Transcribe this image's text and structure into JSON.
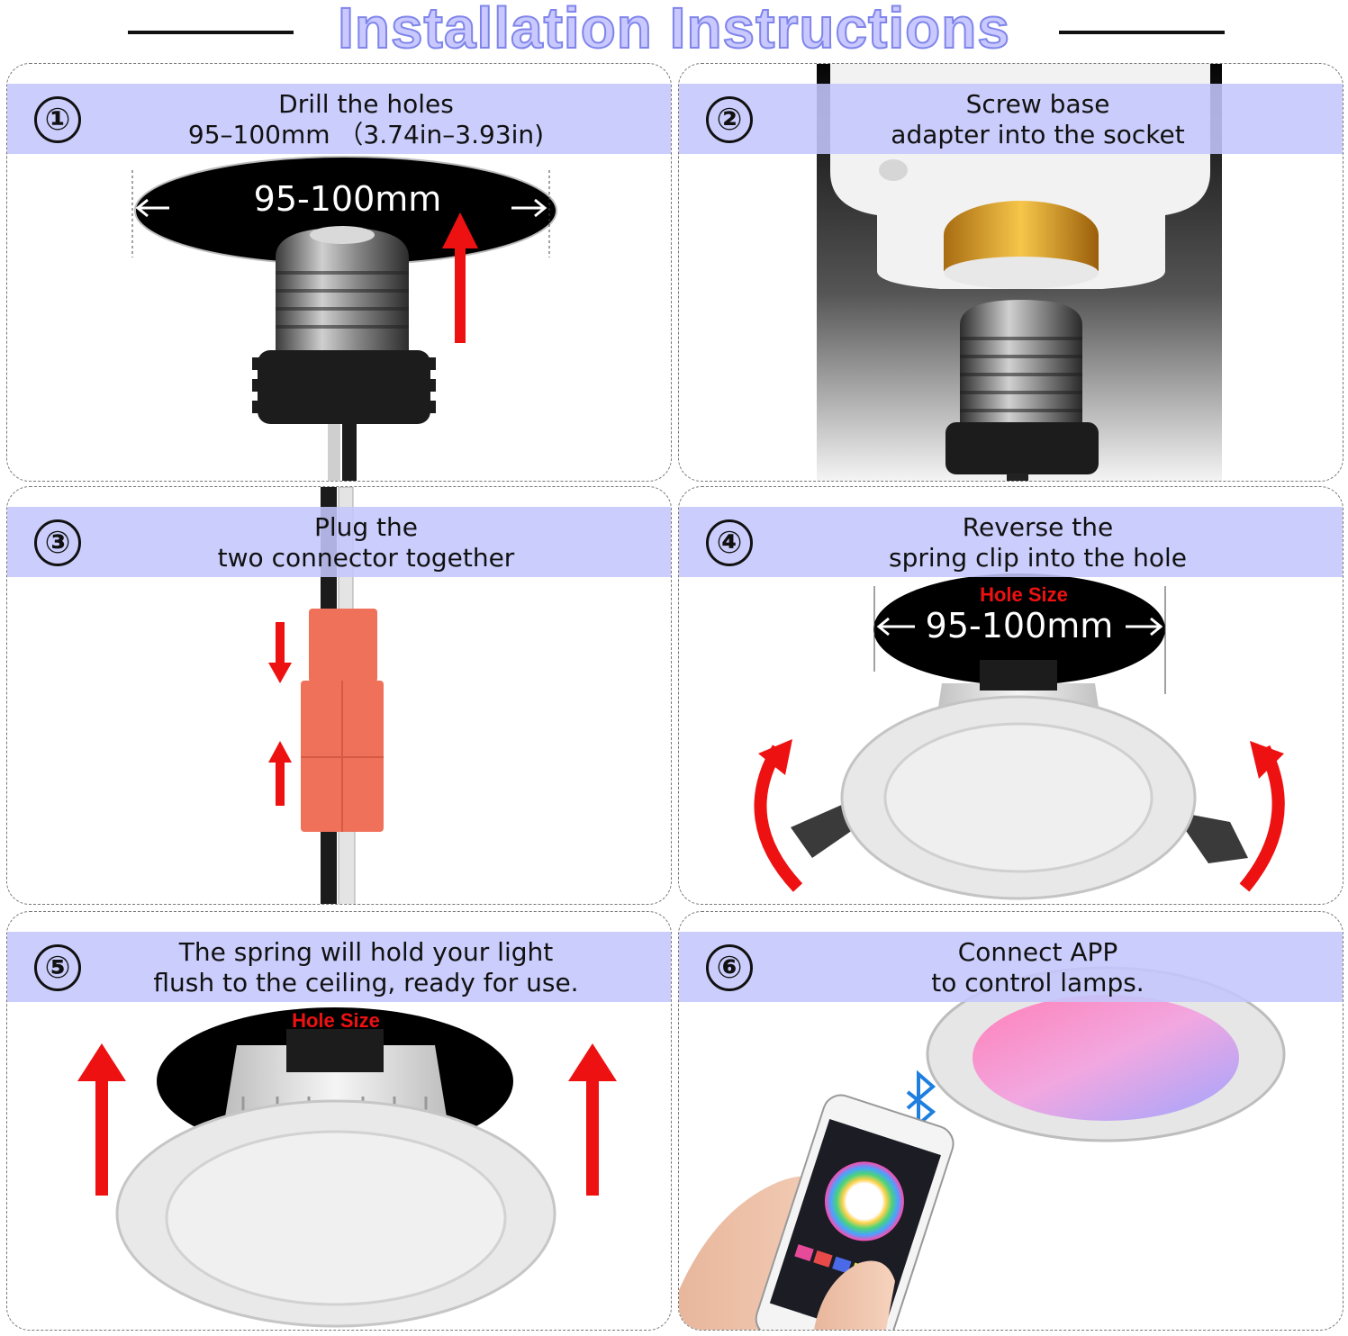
{
  "header": {
    "title": "Installation Instructions"
  },
  "steps": [
    {
      "number": "①",
      "line1": "Drill the holes",
      "line2": "95–100mm （3.74in–3.93in)",
      "dimension": "95-100mm"
    },
    {
      "number": "②",
      "line1": "Screw base",
      "line2": "adapter into the socket"
    },
    {
      "number": "③",
      "line1": "Plug the",
      "line2": "two connector together"
    },
    {
      "number": "④",
      "line1": "Reverse the",
      "line2": "spring clip into the hole",
      "hole_label": "Hole Size",
      "dimension": "95-100mm"
    },
    {
      "number": "⑤",
      "line1": "The spring will hold your light",
      "line2": "flush to the ceiling,  ready for use.",
      "hole_label": "Hole Size"
    },
    {
      "number": "⑥",
      "line1": "Connect APP",
      "line2": "to control lamps."
    }
  ],
  "colors": {
    "band": "#c4c6fc",
    "title_fill": "#c9c9ff",
    "title_stroke": "#7f85ea",
    "arrow": "#ee1111",
    "connector": "#f0715a"
  },
  "icons": [
    "bluetooth-icon",
    "arrow-up-icon",
    "arrow-down-icon",
    "curved-arrow-icon"
  ]
}
